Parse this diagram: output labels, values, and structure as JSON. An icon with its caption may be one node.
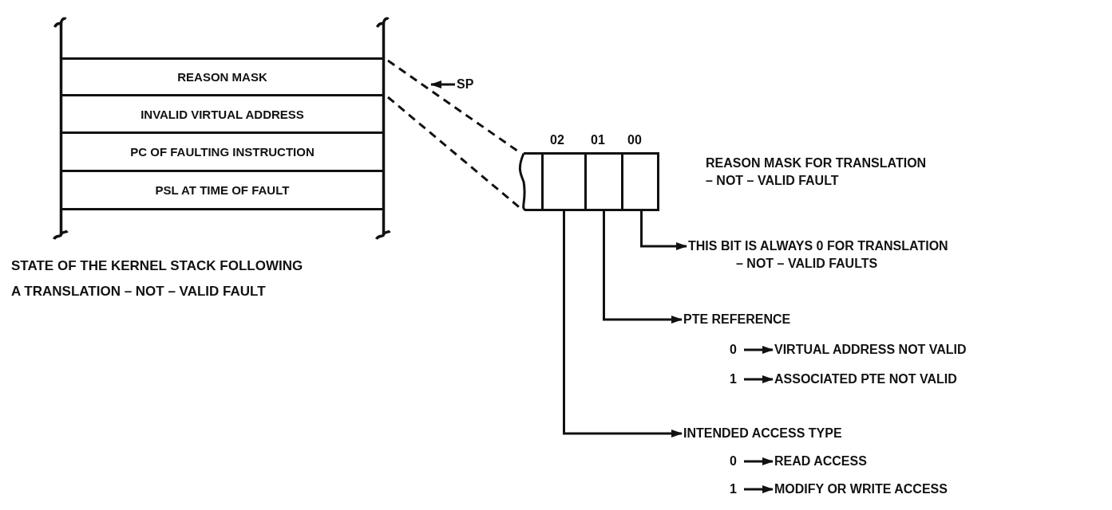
{
  "diagram": {
    "caption": "STATE OF THE KERNEL STACK FOLLOWING A TRANSLATION – NOT – VALID FAULT",
    "nodes": [
      {
        "text": [],
        "shape": "box"
      },
      {
        "text": [
          "REASON MASK"
        ],
        "in": 0
      },
      {
        "text": [
          "INVALID VIRTUAL ADDRESS"
        ],
        "in": 0
      },
      {
        "text": [
          "PC OF FAULTING INSTRUCTION"
        ],
        "in": 0
      },
      {
        "text": [
          "PSL AT TIME OF FAULT"
        ],
        "in": 0
      },
      {
        "text": [
          "SP"
        ]
      },
      {
        "text": [],
        "shape": "box",
        "beside": [
          "REASON MASK FOR TRANSLATION – NOT – VALID FAULT"
        ]
      },
      {
        "text": [],
        "shape": "box",
        "in": 6,
        "beside": [
          "02"
        ]
      },
      {
        "text": [],
        "shape": "box",
        "in": 6,
        "beside": [
          "01"
        ]
      },
      {
        "text": [],
        "shape": "box",
        "in": 6,
        "beside": [
          "00"
        ]
      },
      {
        "text": [
          "THIS BIT IS ALWAYS 0 FOR TRANSLATION – NOT – VALID FAULTS"
        ]
      },
      {
        "text": [
          "PTE REFERENCE"
        ]
      },
      {
        "text": [
          "0"
        ]
      },
      {
        "text": [
          "VIRTUAL ADDRESS NOT VALID"
        ]
      },
      {
        "text": [
          "1"
        ]
      },
      {
        "text": [
          "ASSOCIATED PTE NOT VALID"
        ]
      },
      {
        "text": [
          "INTENDED ACCESS TYPE"
        ]
      },
      {
        "text": [
          "0"
        ]
      },
      {
        "text": [
          "READ ACCESS"
        ]
      },
      {
        "text": [
          "1"
        ]
      },
      {
        "text": [
          "MODIFY OR WRITE ACCESS"
        ]
      }
    ],
    "edges": [
      {
        "from": 1,
        "to": 6,
        "arrow": "none",
        "style": "dashed"
      },
      {
        "from": 1,
        "to": 6,
        "arrow": "none",
        "style": "dashed"
      },
      {
        "from": 5,
        "to": null,
        "arrow": "to"
      },
      {
        "from": 9,
        "to": 10,
        "arrow": "to"
      },
      {
        "from": 8,
        "to": 11,
        "arrow": "to"
      },
      {
        "from": 7,
        "to": 16,
        "arrow": "to"
      },
      {
        "from": 12,
        "to": 13,
        "arrow": "to"
      },
      {
        "from": 14,
        "to": 15,
        "arrow": "to"
      },
      {
        "from": 17,
        "to": 18,
        "arrow": "to"
      },
      {
        "from": 19,
        "to": 20,
        "arrow": "to"
      }
    ]
  }
}
